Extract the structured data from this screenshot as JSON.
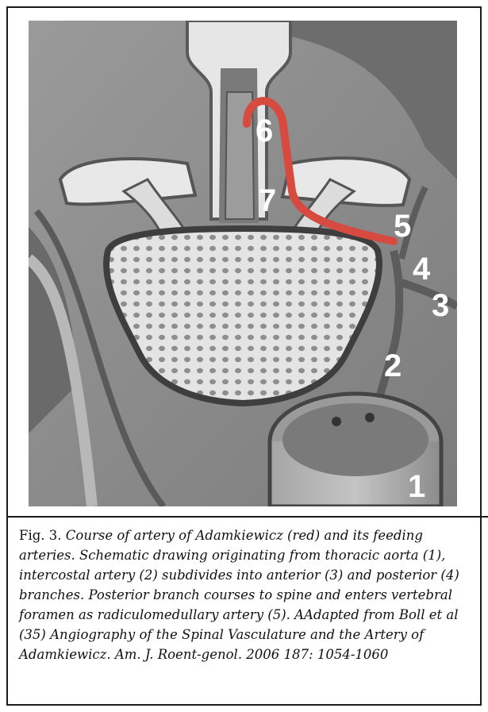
{
  "figure": {
    "labels": {
      "l1": "1",
      "l2": "2",
      "l3": "3",
      "l4": "4",
      "l5": "5",
      "l6": "6",
      "l7": "7"
    },
    "colors": {
      "artery": "#d64a3f",
      "bone": "#e6e6e6",
      "tissue": "#8a8a8a",
      "dark": "#4a4a4a"
    }
  },
  "caption": {
    "lead": "Fig. 3.",
    "body": " Course of artery of Adamkiewicz (red) and its feeding arteries. Schematic drawing originating from thoracic aorta (1), intercostal artery (2) subdivides into anterior (3) and posterior (4) branches. Posterior branch courses to spine and enters vertebral foramen as radiculomedullary artery (5). AAdapted from Boll et al (35) Angiography of the Spinal Vasculature and the Artery of Adamkiewicz. Am. J. Roent-genol. 2006 187: 1054-1060"
  }
}
